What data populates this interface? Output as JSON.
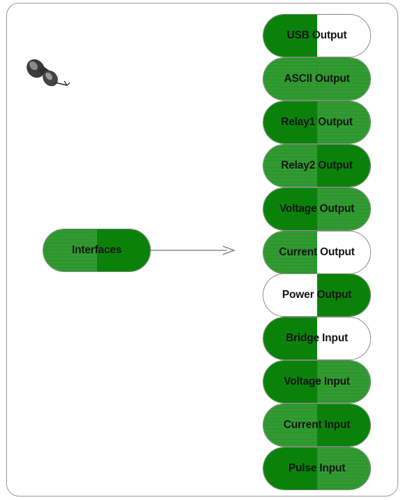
{
  "diagram": {
    "source": {
      "label": "Interfaces",
      "fills": [
        "dotted",
        "solid"
      ]
    },
    "targets": [
      {
        "label": "USB Output",
        "fills": [
          "solid",
          "white"
        ]
      },
      {
        "label": "ASCII Output",
        "fills": [
          "dotted",
          "dotted"
        ]
      },
      {
        "label": "Relay1 Output",
        "fills": [
          "solid",
          "dotted"
        ]
      },
      {
        "label": "Relay2 Output",
        "fills": [
          "dotted",
          "solid"
        ]
      },
      {
        "label": "Voltage Output",
        "fills": [
          "solid",
          "dotted"
        ]
      },
      {
        "label": "Current Output",
        "fills": [
          "dotted",
          "white"
        ]
      },
      {
        "label": "Power Output",
        "fills": [
          "white",
          "solid"
        ]
      },
      {
        "label": "Bridge Input",
        "fills": [
          "solid",
          "white"
        ]
      },
      {
        "label": "Voltage Input",
        "fills": [
          "solid",
          "dotted"
        ]
      },
      {
        "label": "Current Input",
        "fills": [
          "dotted",
          "solid"
        ]
      },
      {
        "label": "Pulse Input",
        "fills": [
          "solid",
          "dotted"
        ]
      }
    ]
  },
  "icons": {
    "pin": "pushpin-icon",
    "arrow": "arrow-right-icon"
  },
  "colors": {
    "solid_green": "#0a820a",
    "dotted_green": "#1b941b",
    "outline": "#7a8a7a",
    "arrow": "#8c8c8c",
    "frame": "#9a9a9a"
  }
}
